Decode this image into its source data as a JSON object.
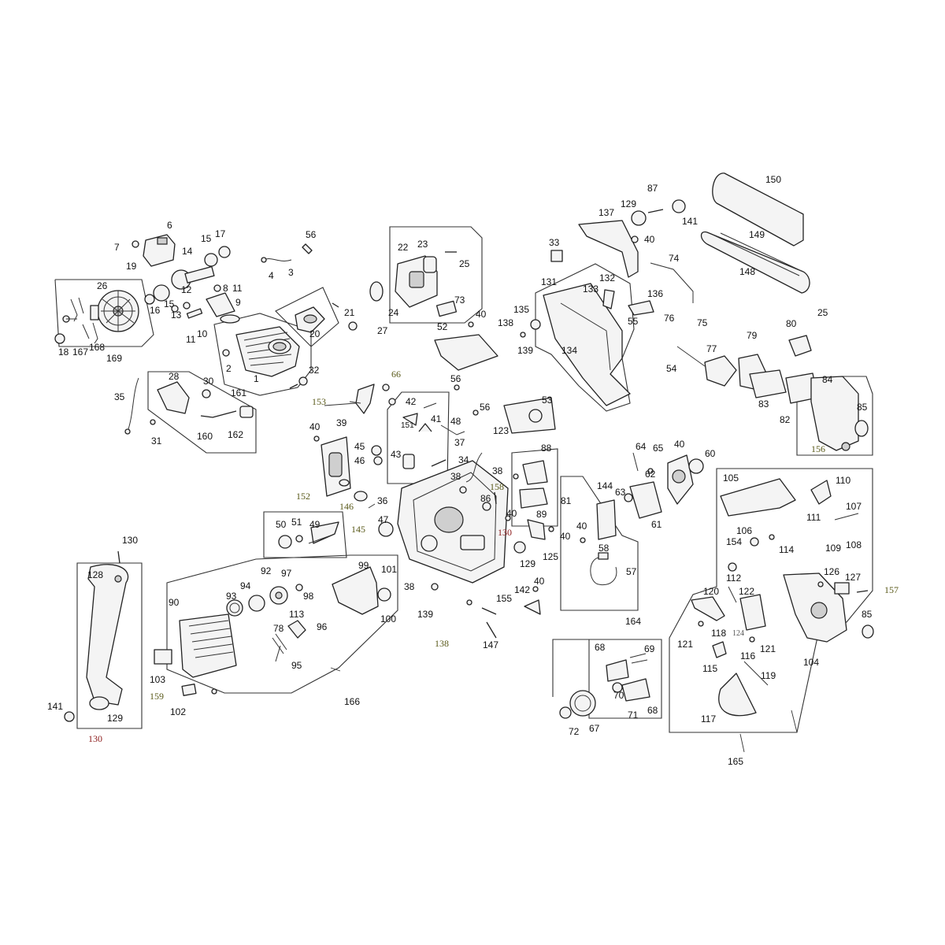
{
  "colors": {
    "line": "#222222",
    "label": "#111111",
    "label_red": "#8b1a1a",
    "label_olive": "#5a5a1a"
  },
  "labels": {
    "l1": "1",
    "l2": "2",
    "l3": "3",
    "l4": "4",
    "l6": "6",
    "l7": "7",
    "l8": "8",
    "l9": "9",
    "l10": "10",
    "l11a": "11",
    "l11b": "11",
    "l12": "12",
    "l13": "13",
    "l14": "14",
    "l15a": "15",
    "l15b": "15",
    "l16": "16",
    "l17": "17",
    "l18": "18",
    "l19": "19",
    "l20": "20",
    "l21": "21",
    "l22": "22",
    "l23": "23",
    "l24": "24",
    "l25a": "25",
    "l25b": "25",
    "l26": "26",
    "l27": "27",
    "l28": "28",
    "l30": "30",
    "l31": "31",
    "l32": "32",
    "l33": "33",
    "l34": "34",
    "l35": "35",
    "l36": "36",
    "l37": "37",
    "l38a": "38",
    "l38b": "38",
    "l38c": "38",
    "l39": "39",
    "l40a": "40",
    "l40b": "40",
    "l40c": "40",
    "l40d": "40",
    "l40e": "40",
    "l40f": "40",
    "l40g": "40",
    "l40h": "40",
    "l41": "41",
    "l42": "42",
    "l43": "43",
    "l45": "45",
    "l46": "46",
    "l47": "47",
    "l48": "48",
    "l49": "49",
    "l50": "50",
    "l51": "51",
    "l52": "52",
    "l53": "53",
    "l54": "54",
    "l55": "55",
    "l56a": "56",
    "l56b": "56",
    "l56c": "56",
    "l57": "57",
    "l58": "58",
    "l60": "60",
    "l61": "61",
    "l62": "62",
    "l63": "63",
    "l64": "64",
    "l65": "65",
    "l66": "66",
    "l67": "67",
    "l68a": "68",
    "l68b": "68",
    "l69": "69",
    "l70": "70",
    "l71": "71",
    "l72": "72",
    "l73": "73",
    "l74": "74",
    "l75": "75",
    "l76": "76",
    "l77": "77",
    "l78": "78",
    "l79": "79",
    "l80": "80",
    "l81": "81",
    "l82": "82",
    "l83": "83",
    "l84": "84",
    "l85a": "85",
    "l85b": "85",
    "l86": "86",
    "l87": "87",
    "l88": "88",
    "l89": "89",
    "l90": "90",
    "l92": "92",
    "l93": "93",
    "l94": "94",
    "l95": "95",
    "l96": "96",
    "l97": "97",
    "l98": "98",
    "l99": "99",
    "l100": "100",
    "l101": "101",
    "l102": "102",
    "l103": "103",
    "l104": "104",
    "l105": "105",
    "l106": "106",
    "l107": "107",
    "l108": "108",
    "l109": "109",
    "l110": "110",
    "l111": "111",
    "l112": "112",
    "l113": "113",
    "l114": "114",
    "l115": "115",
    "l116": "116",
    "l117": "117",
    "l118": "118",
    "l119": "119",
    "l120": "120",
    "l121a": "121",
    "l121b": "121",
    "l122": "122",
    "l123": "123",
    "l124": "124",
    "l125": "125",
    "l126": "126",
    "l127": "127",
    "l128": "128",
    "l129a": "129",
    "l129b": "129",
    "l129c": "129",
    "l130a": "130",
    "l130b": "130",
    "l130c": "130",
    "l131": "131",
    "l132": "132",
    "l133": "133",
    "l134": "134",
    "l135": "135",
    "l136": "136",
    "l137": "137",
    "l138a": "138",
    "l138b": "138",
    "l139a": "139",
    "l139b": "139",
    "l141a": "141",
    "l141b": "141",
    "l142": "142",
    "l144": "144",
    "l145": "145",
    "l146": "146",
    "l147": "147",
    "l148": "148",
    "l149": "149",
    "l150": "150",
    "l151": "151",
    "l152": "152",
    "l153": "153",
    "l154": "154",
    "l155": "155",
    "l156": "156",
    "l157": "157",
    "l158": "158",
    "l159": "159",
    "l160": "160",
    "l161": "161",
    "l162": "162",
    "l164": "164",
    "l165": "165",
    "l166": "166",
    "l167": "167",
    "l168": "168",
    "l169": "169"
  }
}
